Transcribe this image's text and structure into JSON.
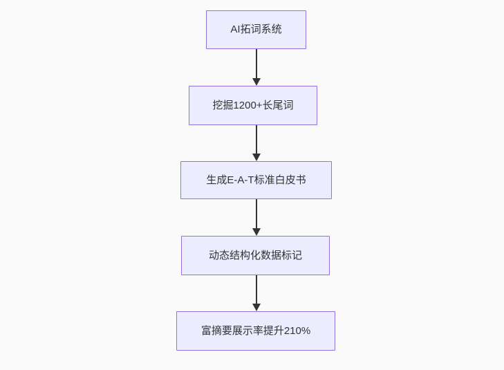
{
  "diagram": {
    "type": "flowchart",
    "direction": "top-down",
    "nodes": [
      {
        "id": "A",
        "label": "AI拓词系统"
      },
      {
        "id": "B",
        "label": "挖掘1200+长尾词"
      },
      {
        "id": "C",
        "label": "生成E-A-T标准白皮书"
      },
      {
        "id": "D",
        "label": "动态结构化数据标记"
      },
      {
        "id": "E",
        "label": "富摘要展示率提升210%"
      }
    ],
    "edges": [
      {
        "from": "A",
        "to": "B",
        "style": "arrow-down"
      },
      {
        "from": "B",
        "to": "C",
        "style": "arrow-down"
      },
      {
        "from": "C",
        "to": "D",
        "style": "arrow-down"
      },
      {
        "from": "D",
        "to": "E",
        "style": "arrow-down"
      }
    ],
    "colors": {
      "background": "#fafafa",
      "node_fill": "#ECECFF",
      "node_border": "#9370DB",
      "text": "#333333",
      "arrow": "#333333"
    }
  }
}
